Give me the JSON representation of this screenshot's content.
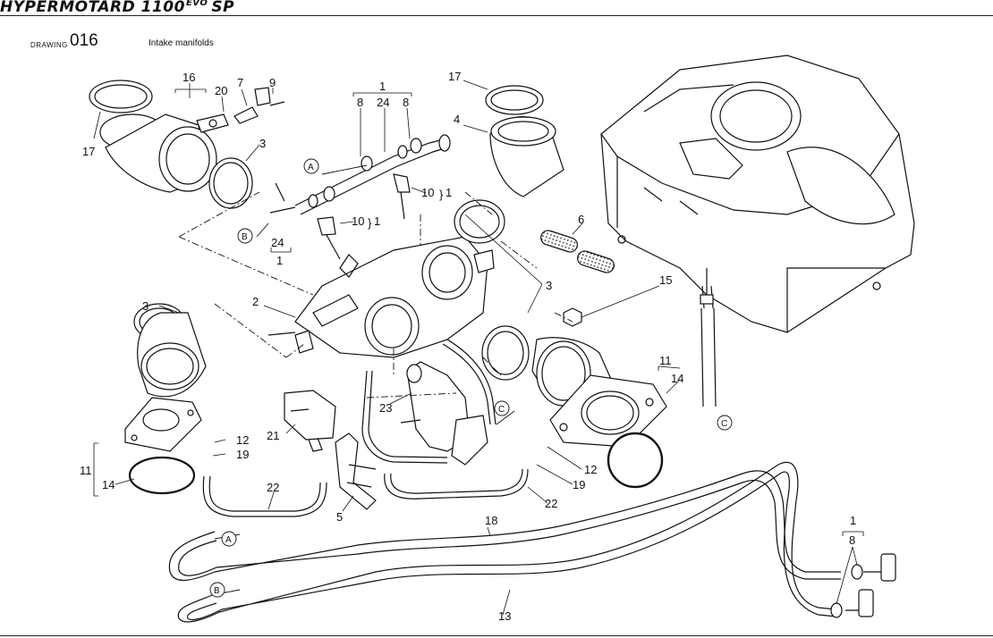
{
  "header": {
    "brand": "HYPERMOTARD 1100",
    "brand_sup": "EVO",
    "brand_suffix": "SP"
  },
  "drawing": {
    "label": "DRAWING",
    "number": "016",
    "title": "Intake manifolds"
  },
  "callouts": {
    "c1a": "1",
    "c8a": "8",
    "c24a": "24",
    "c8b": "8",
    "c16": "16",
    "c20": "20",
    "c7": "7",
    "c9": "9",
    "c17a": "17",
    "c17b": "17",
    "c3a": "3",
    "c4": "4",
    "c10a": "10",
    "c1b": "1",
    "c10b": "10",
    "c1c": "1",
    "c24b": "24",
    "c1d": "1",
    "c6": "6",
    "c2": "2",
    "c3b": "3",
    "c3c": "3",
    "c15": "15",
    "c11a": "11",
    "c14a": "14",
    "c23": "23",
    "c21": "21",
    "c12a": "12",
    "c19a": "19",
    "c11b": "11",
    "c14b": "14",
    "c22a": "22",
    "c5": "5",
    "c12b": "12",
    "c19b": "19",
    "c22b": "22",
    "c18": "18",
    "c13": "13",
    "c1e": "1",
    "c8c": "8"
  },
  "refs": {
    "A": "A",
    "B": "B",
    "C": "C"
  }
}
